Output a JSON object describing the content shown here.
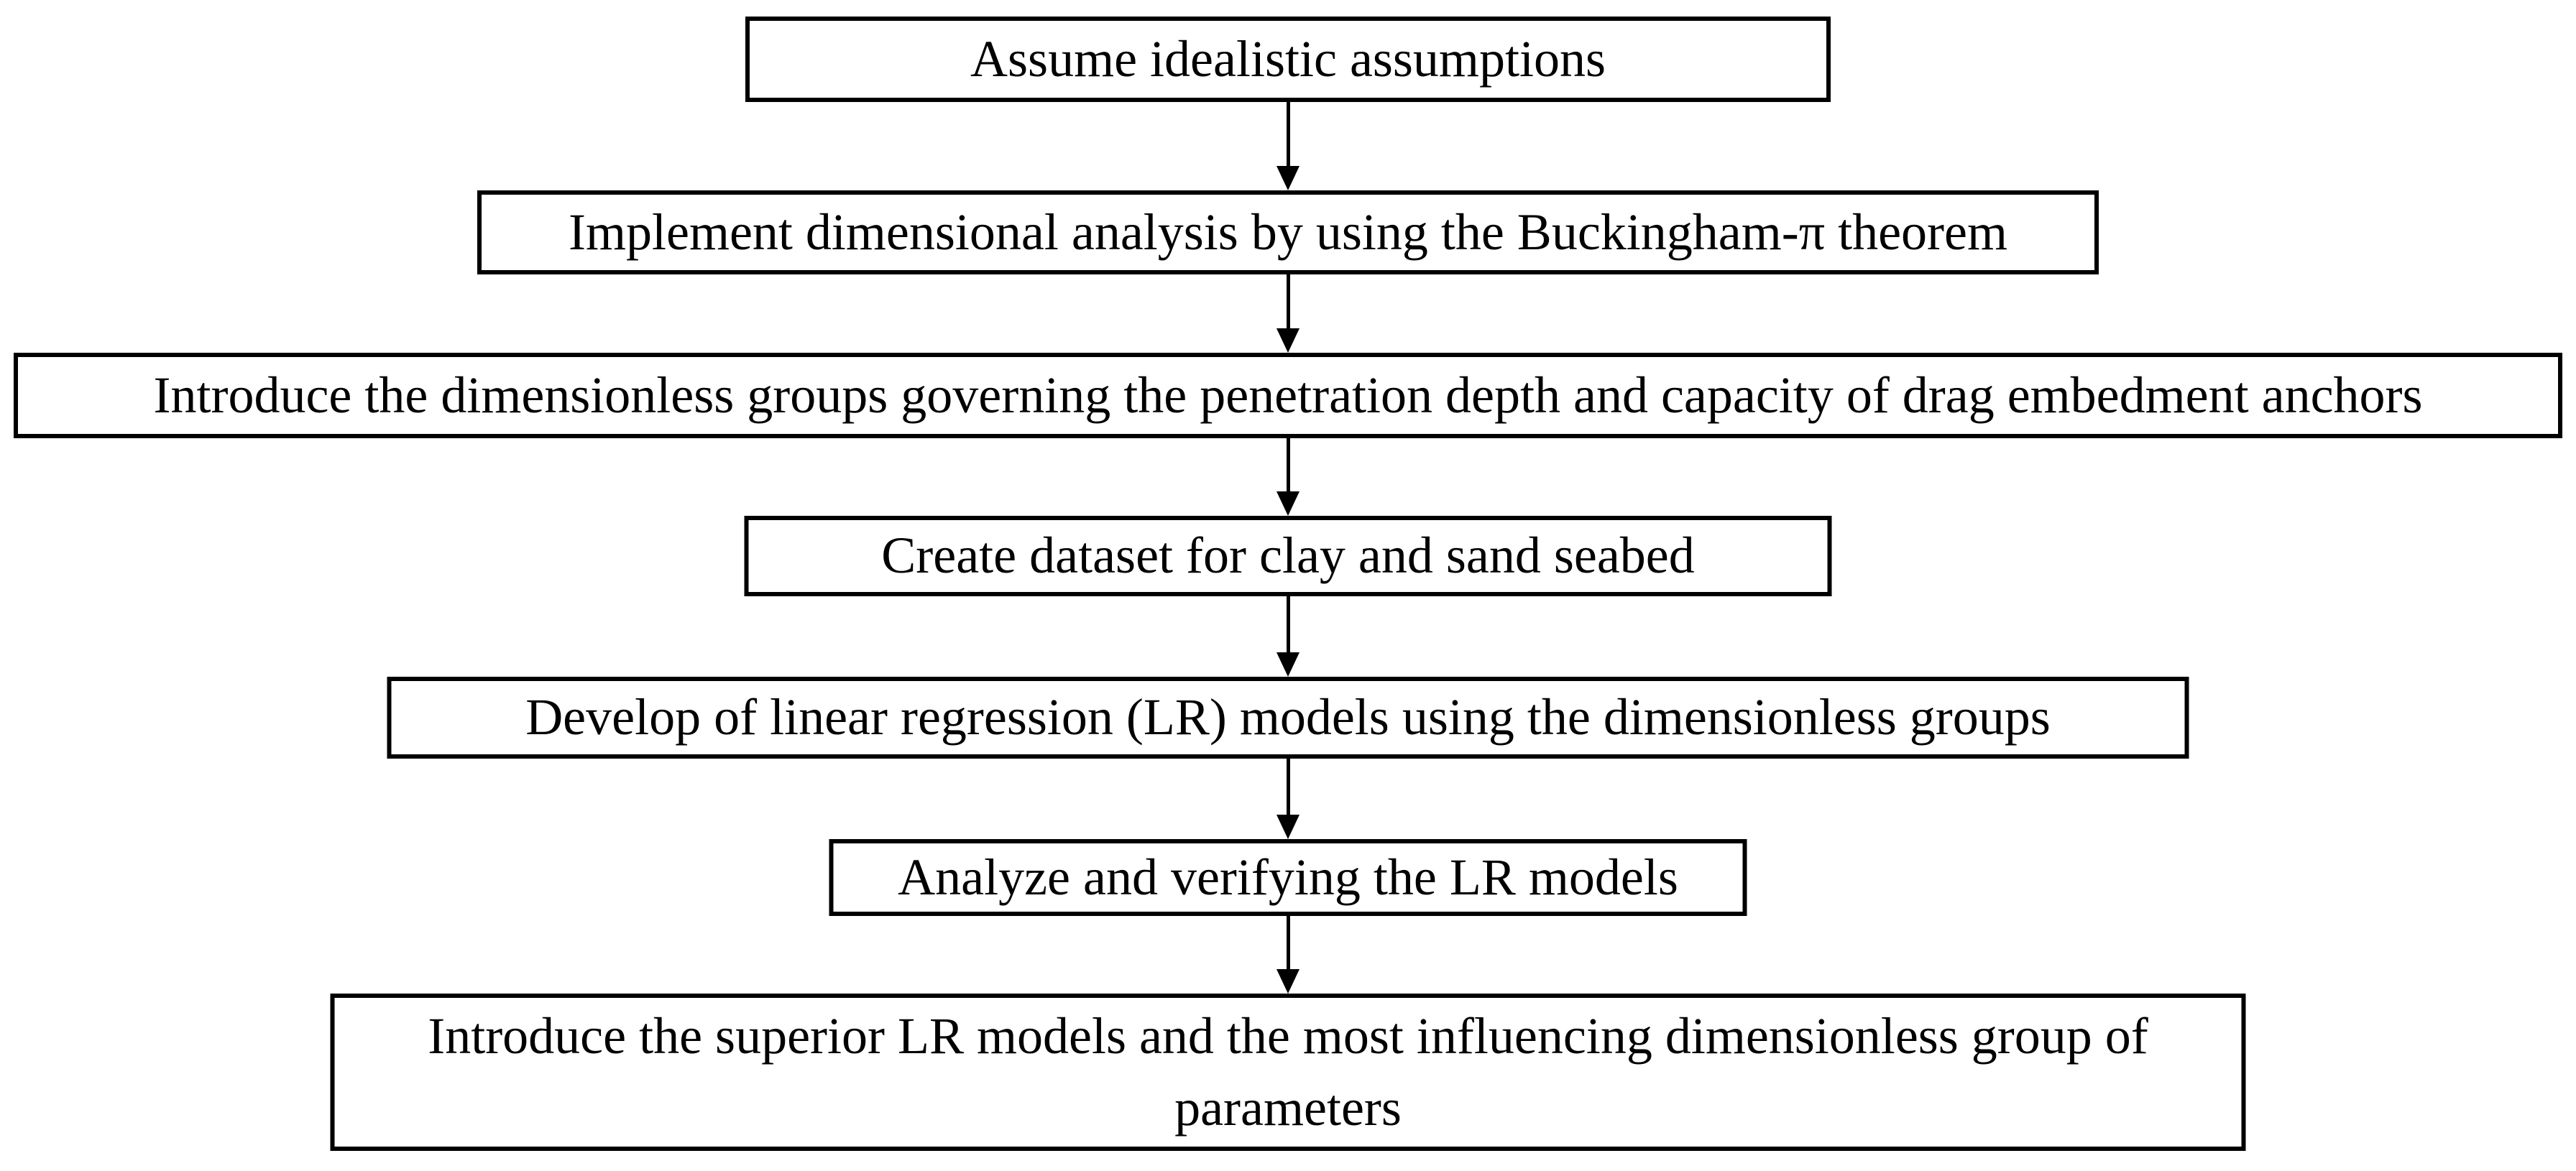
{
  "diagram": {
    "type": "flowchart",
    "direction": "top-down",
    "colors": {
      "box_border": "#000000",
      "box_fill": "#ffffff",
      "text": "#000000",
      "arrow": "#000000",
      "background": "#ffffff"
    },
    "steps": [
      {
        "id": 1,
        "label": "Assume idealistic assumptions"
      },
      {
        "id": 2,
        "label": "Implement dimensional analysis by using the Buckingham-π theorem"
      },
      {
        "id": 3,
        "label": "Introduce the dimensionless groups governing the penetration depth and capacity of drag embedment anchors"
      },
      {
        "id": 4,
        "label": "Create dataset for clay and sand seabed"
      },
      {
        "id": 5,
        "label": "Develop of linear regression (LR) models using the dimensionless groups"
      },
      {
        "id": 6,
        "label": "Analyze and verifying the LR models"
      },
      {
        "id": 7,
        "label": "Introduce the superior LR models and the most influencing dimensionless group of parameters"
      }
    ],
    "connections": [
      {
        "from": 1,
        "to": 2
      },
      {
        "from": 2,
        "to": 3
      },
      {
        "from": 3,
        "to": 4
      },
      {
        "from": 4,
        "to": 5
      },
      {
        "from": 5,
        "to": 6
      },
      {
        "from": 6,
        "to": 7
      }
    ]
  }
}
